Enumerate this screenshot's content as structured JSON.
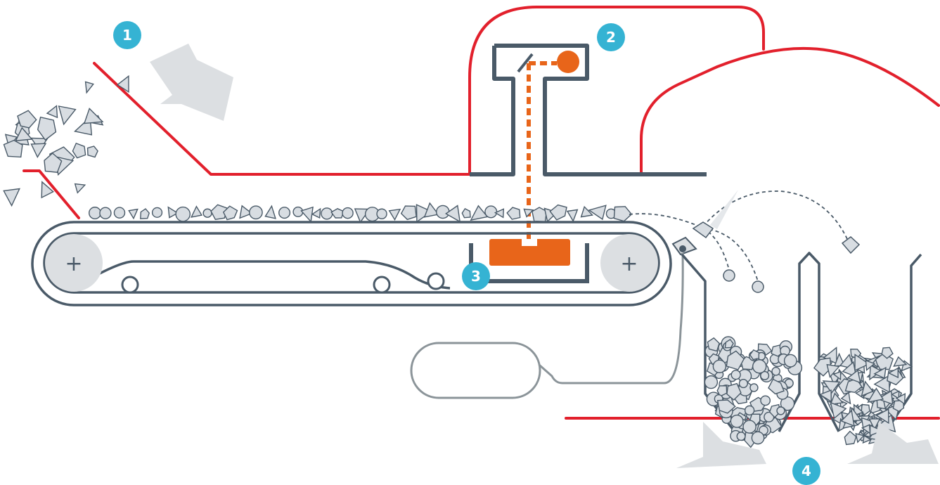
{
  "diagram": {
    "type": "conveyor-sorting-process",
    "colors": {
      "housing": "#e2202c",
      "machine": "#4a5a68",
      "belt": "#4a5a68",
      "laser": "#e8651a",
      "marker": "#35b3d3",
      "arrow": "#dcdfe2",
      "ore": "#d8dde2",
      "ore_stroke": "#4a5a68"
    },
    "markers": [
      {
        "label": "1",
        "step": "feed"
      },
      {
        "label": "2",
        "step": "laser-source"
      },
      {
        "label": "3",
        "step": "detector"
      },
      {
        "label": "4",
        "step": "discharge"
      }
    ],
    "pulleys": [
      {
        "symbol": "+"
      },
      {
        "symbol": "+"
      }
    ],
    "icons": {
      "feed_arrow": "arrow-down-right-icon",
      "discharge_arrows": "arrow-down-icon",
      "ejector": "air-jet-nozzle-icon"
    }
  }
}
